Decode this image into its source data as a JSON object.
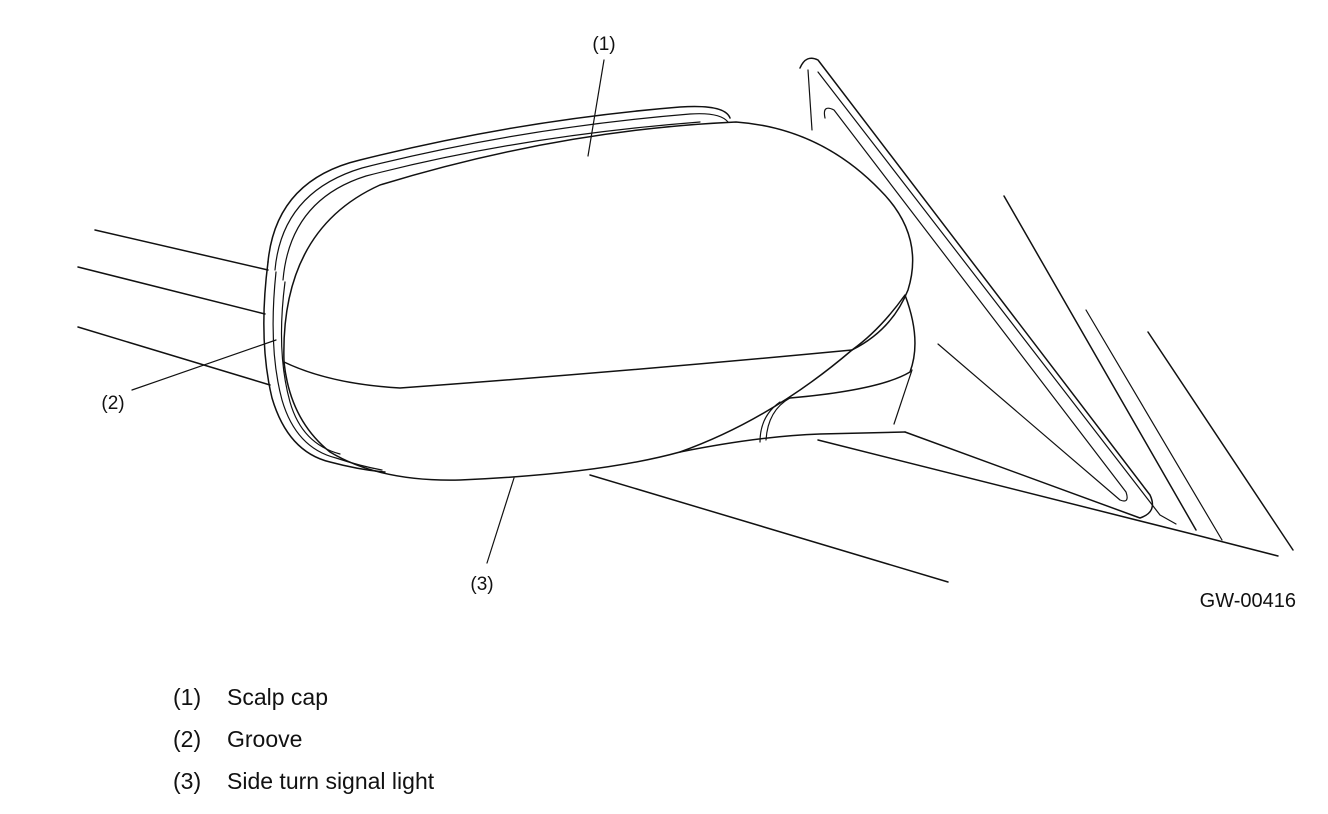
{
  "figure": {
    "id_label": "GW-00416",
    "callouts": [
      {
        "label": "(1)"
      },
      {
        "label": "(2)"
      },
      {
        "label": "(3)"
      }
    ]
  },
  "legend": [
    {
      "num": "(1)",
      "text": "Scalp cap"
    },
    {
      "num": "(2)",
      "text": "Groove"
    },
    {
      "num": "(3)",
      "text": "Side turn signal light"
    }
  ]
}
